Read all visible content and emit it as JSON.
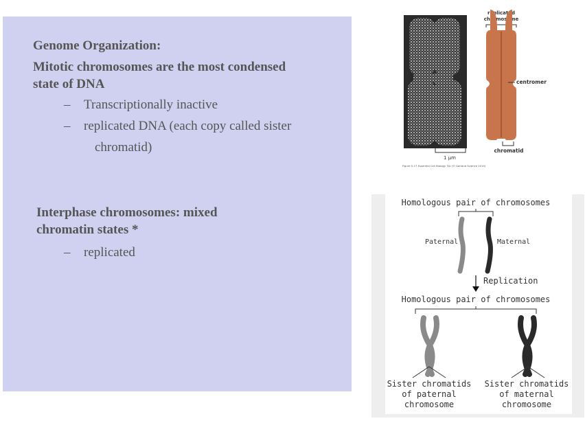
{
  "slide": {
    "heading1": "Genome Organization:",
    "heading2_line1": "Mitotic chromosomes are the most condensed",
    "heading2_line2": "state of DNA",
    "bullets1": [
      {
        "dash": "–",
        "text": "Transcriptionally inactive"
      },
      {
        "dash": "–",
        "text": "replicated DNA (each copy called sister"
      }
    ],
    "bullet2_continuation": "chromatid)",
    "heading3_line1": "Interphase chromosomes: mixed",
    "heading3_line2": "chromatin states *",
    "bullets2": [
      {
        "dash": "–",
        "text": "replicated"
      }
    ]
  },
  "micrograph": {
    "label_replicated_line1": "replicated",
    "label_replicated_line2": "chromosome",
    "label_centromer": "centromer",
    "label_chromatid": "chromatid",
    "scale_label": "1 µm",
    "caption": "Figure 5-17 Essential Cell Biology 3/e (© Garland Science 2010)",
    "colors": {
      "chromosome": "#c8754b",
      "micrograph_bg": "#2a2a2a"
    }
  },
  "diagram": {
    "title_top": "Homologous pair of chromosomes",
    "label_paternal": "Paternal",
    "label_maternal": "Maternal",
    "label_replication": "Replication",
    "title_middle": "Homologous pair of chromosomes",
    "sister_paternal_line1": "Sister chromatids",
    "sister_paternal_line2": "of paternal",
    "sister_paternal_line3": "chromosome",
    "sister_maternal_line1": "Sister chromatids",
    "sister_maternal_line2": "of maternal",
    "sister_maternal_line3": "chromosome",
    "colors": {
      "paternal": "#8a8a8a",
      "maternal": "#2a2a2a"
    }
  }
}
